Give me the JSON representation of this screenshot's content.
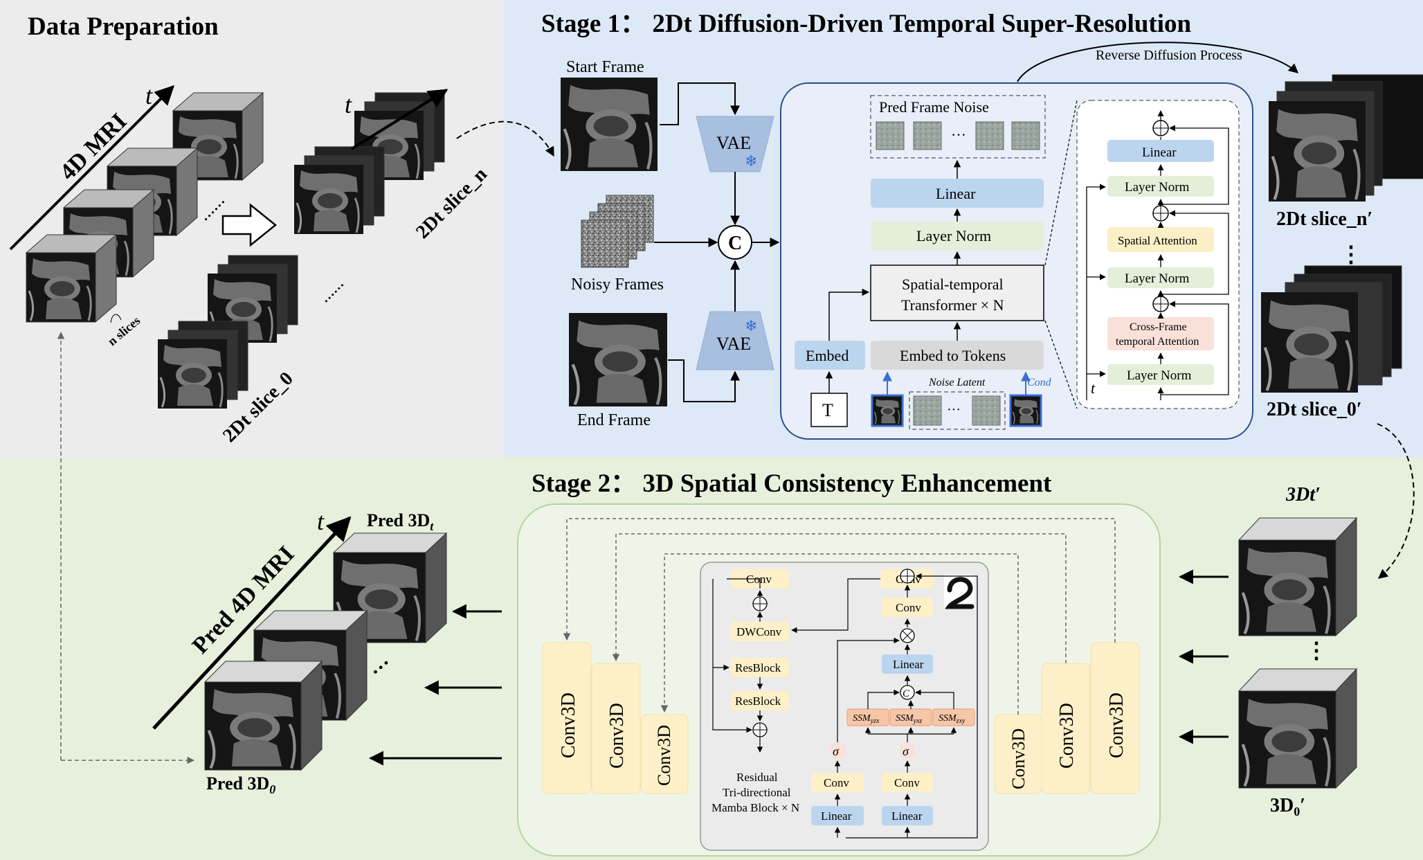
{
  "data_prep": {
    "title": "Data Preparation",
    "mri_label": "4D MRI",
    "t_label": "t",
    "n_slices": "n slices",
    "slice_n": "2Dt slice_n",
    "slice_0": "2Dt slice_0",
    "dots": "......"
  },
  "stage1": {
    "title": "Stage 1： 2Dt Diffusion-Driven Temporal Super-Resolution",
    "start_frame": "Start Frame",
    "end_frame": "End Frame",
    "noisy_frames": "Noisy Frames",
    "vae": "VAE",
    "concat": "C",
    "reverse": "Reverse Diffusion Process",
    "pred_noise": "Pred Frame Noise",
    "linear": "Linear",
    "layer_norm": "Layer Norm",
    "st_transformer_1": "Spatial-temporal",
    "st_transformer_2": "Transformer × N",
    "embed_tokens": "Embed to Tokens",
    "embed": "Embed",
    "t_box": "T",
    "noise_latent": "Noise Latent",
    "cond": "Cond",
    "ellipsis": "···",
    "detail": {
      "linear": "Linear",
      "layer_norm_1": "Layer Norm",
      "spatial_attention": "Spatial Attention",
      "layer_norm_2": "Layer Norm",
      "cross_frame_1": "Cross-Frame",
      "cross_frame_2": "temporal Attention",
      "layer_norm_3": "Layer Norm",
      "t": "t"
    },
    "out_slice_n": "2Dt slice_n′",
    "out_slice_0": "2Dt slice_0′"
  },
  "stage2": {
    "title": "Stage 2： 3D Spatial Consistency Enhancement",
    "pred_4d": "Pred 4D MRI",
    "t_label": "t",
    "pred_3dt": "Pred 3D",
    "pred_3dt_sub": "t",
    "pred_3d0": "Pred 3D",
    "pred_3d0_sub": "0",
    "conv3d": "Conv3D",
    "conv": "Conv",
    "dwconv": "DWConv",
    "resblock": "ResBlock",
    "sigma": "σ",
    "ssm_yzx": "SSM",
    "ssm_yzx_sub": "yzx",
    "ssm_yxz": "SSM",
    "ssm_yxz_sub": "yxz",
    "ssm_zxy": "SSM",
    "ssm_zxy_sub": "zxy",
    "residual_1": "Residual",
    "residual_2": "Tri-directional",
    "residual_3": "Mamba Block × N",
    "in_3dt": "3Dt′",
    "in_3d0": "3D",
    "in_3d0_sub": "0",
    "vdots": "⋮",
    "dots": "…"
  }
}
